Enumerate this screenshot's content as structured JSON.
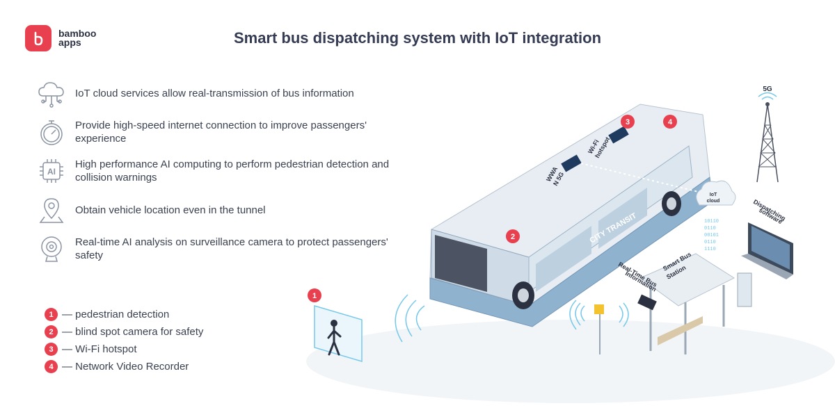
{
  "brand": {
    "line1": "bamboo",
    "line2": "apps"
  },
  "title": "Smart bus dispatching system with IoT integration",
  "features": [
    {
      "icon": "cloud-network-icon",
      "text": "IoT cloud services allow real-transmission of bus information"
    },
    {
      "icon": "stopwatch-icon",
      "text": "Provide high-speed internet connection to improve passengers' experience"
    },
    {
      "icon": "ai-chip-icon",
      "text": "High performance AI computing to perform pedestrian detection and collision warnings"
    },
    {
      "icon": "location-pin-icon",
      "text": "Obtain vehicle location even in the tunnel"
    },
    {
      "icon": "webcam-icon",
      "text": "Real-time AI analysis on surveillance camera to protect passengers' safety"
    }
  ],
  "legend": [
    {
      "num": "1",
      "text": "— pedestrian detection"
    },
    {
      "num": "2",
      "text": "— blind spot camera for safety"
    },
    {
      "num": "3",
      "text": "— Wi-Fi hotspot"
    },
    {
      "num": "4",
      "text": "— Network Video Recorder"
    }
  ],
  "diagram": {
    "tower_label": "5G",
    "wwan_label": [
      "WWA",
      "N 5G"
    ],
    "wifi_label": [
      "Wi-Fi",
      "hotspot"
    ],
    "cloud_label": [
      "IoT",
      "cloud"
    ],
    "bus_brand": "CITY TRANSIT",
    "dispatch_label": [
      "Dispatching",
      "software"
    ],
    "rtbi_label": [
      "Real-Time Bus",
      "Information"
    ],
    "station_label": [
      "Smart Bus",
      "Station"
    ],
    "binary": [
      "10110",
      "0110",
      "00101",
      "0110",
      "1110"
    ],
    "markers": {
      "m1": "1",
      "m2": "2",
      "m3": "3",
      "m4": "4"
    }
  },
  "colors": {
    "accent": "#e8404e",
    "text": "#3a4150",
    "icon": "#8a93a3",
    "bus_blue": "#8fb2cf",
    "signal": "#76c8ea"
  }
}
